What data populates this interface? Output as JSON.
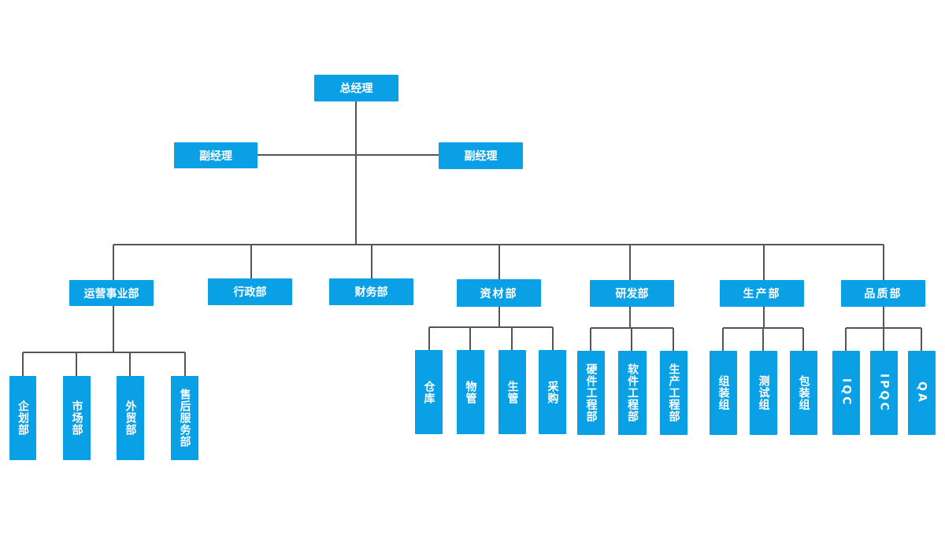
{
  "top": "总经理",
  "deputies": [
    "副经理",
    "副经理"
  ],
  "departments": {
    "ops": "运营事业部",
    "admin": "行政部",
    "finance": "财务部",
    "materials": "资材部",
    "rnd": "研发部",
    "production": "生产部",
    "quality": "品质部"
  },
  "ops_units": [
    "企划部",
    "市场部",
    "外贸部",
    "售后服务部"
  ],
  "materials_units": [
    "仓库",
    "物管",
    "生管",
    "采购"
  ],
  "rnd_units": [
    "硬件工程部",
    "软件工程部",
    "生产工程部"
  ],
  "production_units": [
    "组装组",
    "测试组",
    "包装组"
  ],
  "quality_units": [
    "IQC",
    "IPQC",
    "QA"
  ],
  "colors": {
    "box": "#0aa0e6",
    "text": "#ffffff",
    "line": "#555555"
  }
}
